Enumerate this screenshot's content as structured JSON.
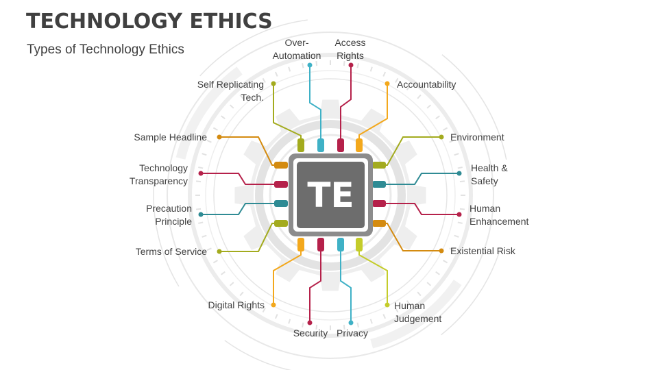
{
  "slide": {
    "title": "TECHNOLOGY ETHICS",
    "subtitle": "Types of Technology Ethics"
  },
  "chip": {
    "text": "TE"
  },
  "colors": {
    "olive": "#a3ab1e",
    "orange": "#f3a81c",
    "teal": "#2f8b94",
    "crimson": "#b5214a",
    "cyan": "#3fb1c6",
    "ochre": "#d48b10",
    "lime": "#c4cc2a",
    "chip_dark": "#6d6d6d",
    "chip_light": "#8c8c8c"
  },
  "labels": {
    "over_automation": [
      "Over-",
      "Automation"
    ],
    "access_rights": [
      "Access",
      "Rights"
    ],
    "self_replicating": [
      "Self Replicating",
      "Tech."
    ],
    "accountability": [
      "Accountability"
    ],
    "sample_headline": [
      "Sample Headline"
    ],
    "environment": [
      "Environment"
    ],
    "technology_transparency": [
      "Technology",
      "Transparency"
    ],
    "health_safety": [
      "Health &",
      "Safety"
    ],
    "precaution_principle": [
      "Precaution",
      "Principle"
    ],
    "human_enhancement": [
      "Human",
      "Enhancement"
    ],
    "terms_of_service": [
      "Terms of Service"
    ],
    "existential_risk": [
      "Existential Risk"
    ],
    "digital_rights": [
      "Digital Rights"
    ],
    "human_judgement": [
      "Human",
      "Judgement"
    ],
    "security": [
      "Security"
    ],
    "privacy": [
      "Privacy"
    ]
  }
}
